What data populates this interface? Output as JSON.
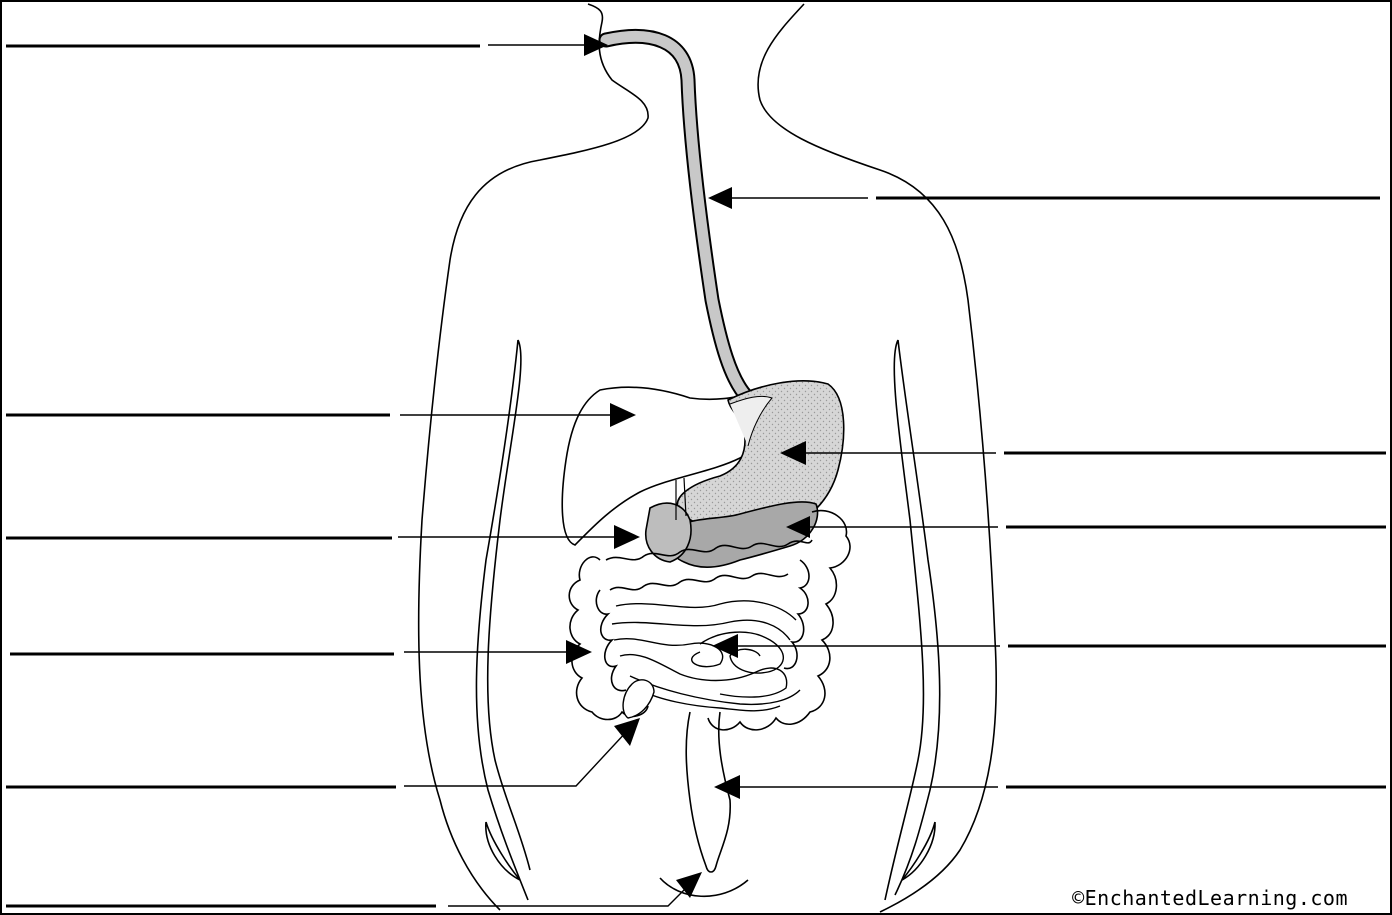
{
  "diagram": {
    "copyright": "©EnchantedLearning.com",
    "label_blanks": [
      {
        "id": "mouth",
        "side": "left"
      },
      {
        "id": "esophagus",
        "side": "right"
      },
      {
        "id": "liver",
        "side": "left"
      },
      {
        "id": "stomach",
        "side": "right"
      },
      {
        "id": "gallbladder",
        "side": "left"
      },
      {
        "id": "pancreas",
        "side": "right"
      },
      {
        "id": "large-intestine",
        "side": "left"
      },
      {
        "id": "small-intestine",
        "side": "right"
      },
      {
        "id": "appendix",
        "side": "left"
      },
      {
        "id": "rectum",
        "side": "right"
      },
      {
        "id": "anus",
        "side": "left"
      }
    ],
    "colors": {
      "outline": "#000000",
      "esophagus_fill": "#c8c8c8",
      "stomach_fill": "#d4d4d4",
      "pancreas_fill": "#a8a8a8",
      "gallbladder_fill": "#bdbdbd"
    }
  }
}
